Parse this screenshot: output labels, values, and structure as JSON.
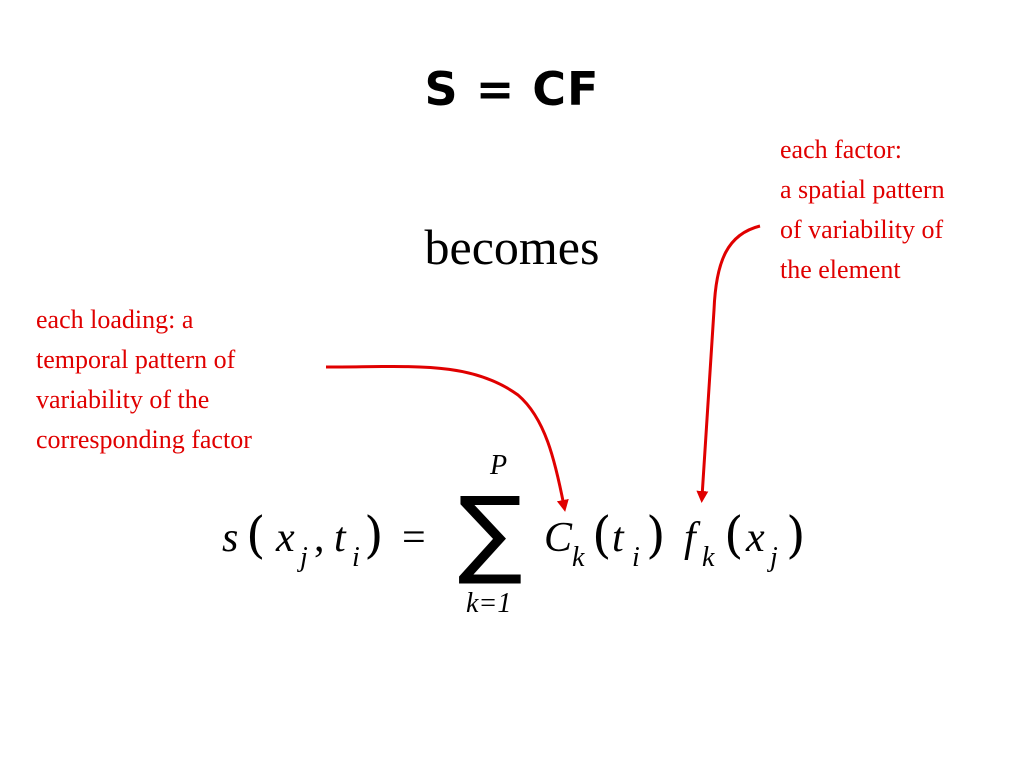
{
  "title": "S = CF",
  "becomes": "becomes",
  "factor_note": {
    "lines": [
      "each factor:",
      "a spatial pattern",
      "of variability of",
      "the element"
    ]
  },
  "loading_note": {
    "lines": [
      "each loading: a",
      "temporal pattern of",
      "variability of the",
      "corresponding factor"
    ]
  },
  "formula": {
    "lhs_fn": "s",
    "x": "x",
    "j": "j",
    "comma": ",",
    "t": "t",
    "i": "i",
    "equals": "=",
    "sum_symbol": "∑",
    "upper_limit": "P",
    "lower_limit": "k=1",
    "C": "C",
    "k": "k",
    "f": "f"
  },
  "colors": {
    "annotation": "#e00000",
    "text": "#000000",
    "background": "#ffffff"
  }
}
